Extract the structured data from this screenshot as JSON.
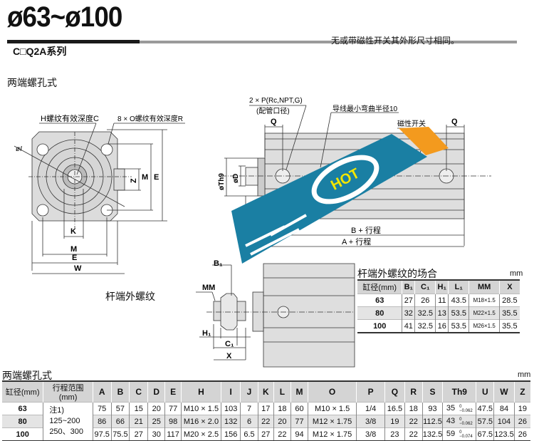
{
  "header": {
    "title": "ø63~ø100",
    "series": "C□Q2A系列",
    "note": "无或带磁性开关其外形尺寸相同。",
    "section": "两端螺孔式"
  },
  "front_view": {
    "label_h": "H螺纹有效深度C",
    "label_o": "8 × O螺纹有效深度R",
    "dims": {
      "i": "øI",
      "z": "Z",
      "m_v": "M",
      "e_v": "E",
      "k": "K",
      "m_h": "M",
      "e_h": "E",
      "w": "W"
    }
  },
  "side_view": {
    "port": "2 × P(Rc,NPT,G)",
    "port_sub": "(配管口径)",
    "wire": "导线最小弯曲半径10",
    "switch": "磁性开关",
    "q1": "Q",
    "q2": "Q",
    "th9": "øTh9",
    "d": "øD",
    "b": "B + 行程",
    "a": "A + 行程"
  },
  "rod_end": {
    "title": "杆端外螺纹",
    "mm": "MM",
    "b1": "B₁",
    "h1": "H₁",
    "c1": "C₁",
    "x": "X"
  },
  "watermark": {
    "text": "HOT",
    "colors": {
      "band": "#1a7fa3",
      "tag": "#f39a1e",
      "text": "#f2e600"
    }
  },
  "rod_table": {
    "title": "杆端外螺纹的场合",
    "unit": "mm",
    "headers": [
      "缸径(mm)",
      "B₁",
      "C₁",
      "H₁",
      "L₁",
      "MM",
      "X"
    ],
    "rows": [
      [
        "63",
        "27",
        "26",
        "11",
        "43.5",
        "M18×1.5",
        "28.5"
      ],
      [
        "80",
        "32",
        "32.5",
        "13",
        "53.5",
        "M22×1.5",
        "35.5"
      ],
      [
        "100",
        "41",
        "32.5",
        "16",
        "53.5",
        "M26×1.5",
        "35.5"
      ]
    ]
  },
  "main_table": {
    "title": "两端螺孔式",
    "unit": "mm",
    "headers": [
      "缸径(mm)",
      "行程范围(mm)",
      "A",
      "B",
      "C",
      "D",
      "E",
      "H",
      "I",
      "J",
      "K",
      "L",
      "M",
      "O",
      "P",
      "Q",
      "R",
      "S",
      "Th9",
      "U",
      "W",
      "Z"
    ],
    "stroke": [
      "注1)",
      "125~200",
      "250、300"
    ],
    "rows": [
      {
        "bore": "63",
        "v1": [
          "75",
          "57",
          "15",
          "20",
          "77",
          "M10 × 1.5",
          "103",
          "7",
          "17",
          "18",
          "60",
          "M10 × 1.5",
          "1/4",
          "16.5",
          "18",
          "93"
        ],
        "th9": "35",
        "tol_up": "0",
        "tol_low": "−0.062",
        "v2": [
          "47.5",
          "84",
          "19"
        ]
      },
      {
        "bore": "80",
        "v1": [
          "86",
          "66",
          "21",
          "25",
          "98",
          "M16 × 2.0",
          "132",
          "6",
          "22",
          "20",
          "77",
          "M12 × 1.75",
          "3/8",
          "19",
          "22",
          "112.5"
        ],
        "th9": "43",
        "tol_up": "0",
        "tol_low": "−0.062",
        "v2": [
          "57.5",
          "104",
          "26"
        ]
      },
      {
        "bore": "100",
        "v1": [
          "97.5",
          "75.5",
          "27",
          "30",
          "117",
          "M20 × 2.5",
          "156",
          "6.5",
          "27",
          "22",
          "94",
          "M12 × 1.75",
          "3/8",
          "23",
          "22",
          "132.5"
        ],
        "th9": "59",
        "tol_up": "0",
        "tol_low": "−0.074",
        "v2": [
          "67.5",
          "123.5",
          "26"
        ]
      }
    ]
  }
}
